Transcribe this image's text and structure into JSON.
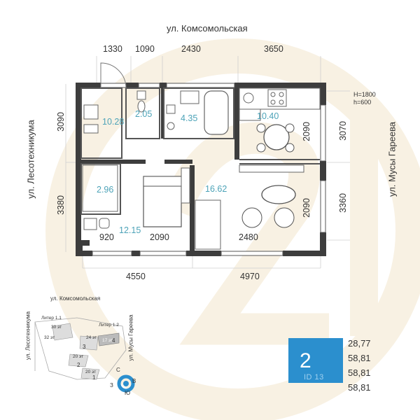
{
  "streets": {
    "top": "ул. Комсомольская",
    "left": "ул. Лесотехникума",
    "right": "ул. Мусы Гареева"
  },
  "top_dimensions": [
    "1330",
    "1090",
    "2430",
    "3650"
  ],
  "left_dimensions": [
    "3090",
    "3380"
  ],
  "right_dimensions": [
    "3070",
    "3360"
  ],
  "bottom_dimensions": [
    "4550",
    "4970"
  ],
  "inner_dimensions": {
    "kitchen_window": "2090",
    "living_window": "2090",
    "bedroom_bottom": "2090",
    "bath_bottom": "920",
    "living_bottom": "2480"
  },
  "window_heights": [
    "H=1800",
    "h=600"
  ],
  "room_areas": {
    "hall": "10.28",
    "wc": "2.05",
    "bath": "4.35",
    "kitchen": "10.40",
    "wardrobe": "2.96",
    "bedroom": "12.15",
    "living": "16.62"
  },
  "minimap": {
    "street_top": "ул. Комсомольская",
    "street_left": "ул. Лесотехникума",
    "street_right": "ул. Мусы Гареева",
    "litera_1": "Литер 1.1",
    "litera_2": "Литер 1.2",
    "floors": [
      "30 эт",
      "32 эт",
      "24 эт",
      "20 эт",
      "20 эт",
      "17 эт"
    ],
    "sections": [
      "3",
      "2",
      "1",
      "4"
    ],
    "compass": [
      "С",
      "В",
      "Ю",
      "З"
    ]
  },
  "badge": {
    "rooms": "2",
    "id_label": "ID 13"
  },
  "areas_list": [
    "28,77",
    "58,81",
    "58,81",
    "58,81"
  ],
  "colors": {
    "wall": "#3d3d3d",
    "accent": "#4da3b8",
    "badge": "#2b8fce",
    "watermark": "#f7efdf"
  }
}
